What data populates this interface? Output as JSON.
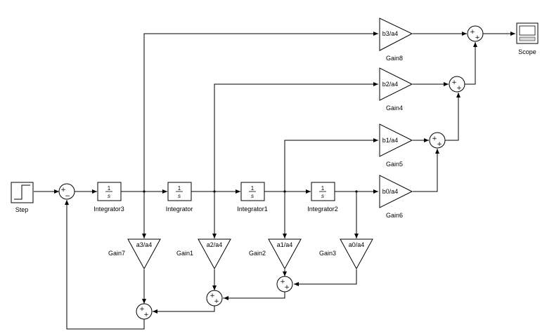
{
  "step": {
    "label": "Step"
  },
  "scope": {
    "label": "Scope"
  },
  "integrators": [
    {
      "label": "Integrator3",
      "num": "1",
      "den": "s"
    },
    {
      "label": "Integrator",
      "num": "1",
      "den": "s"
    },
    {
      "label": "Integrator1",
      "num": "1",
      "den": "s"
    },
    {
      "label": "Integrator2",
      "num": "1",
      "den": "s"
    }
  ],
  "gains_right": [
    {
      "label": "Gain8",
      "value": "b3/a4"
    },
    {
      "label": "Gain4",
      "value": "b2/a4"
    },
    {
      "label": "Gain5",
      "value": "b1/a4"
    },
    {
      "label": "Gain6",
      "value": "b0/a4"
    }
  ],
  "gains_down": [
    {
      "label": "Gain7",
      "value": "a3/a4"
    },
    {
      "label": "Gain1",
      "value": "a2/a4"
    },
    {
      "label": "Gain2",
      "value": "a1/a4"
    },
    {
      "label": "Gain3",
      "value": "a0/a4"
    }
  ],
  "input_sum": {
    "sign_a": "+",
    "sign_b": "−"
  },
  "sum_signs": {
    "plus": "+"
  }
}
